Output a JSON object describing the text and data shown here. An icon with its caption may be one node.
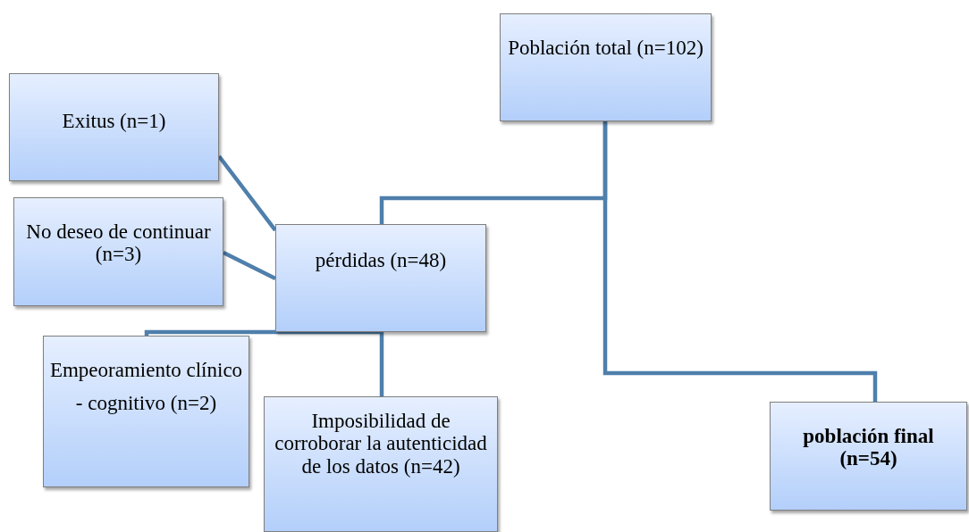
{
  "diagram": {
    "nodes": [
      {
        "text": [
          "Población total (n=102)"
        ]
      },
      {
        "text": [
          "Exitus (n=1)"
        ]
      },
      {
        "text": [
          "No deseo de continuar (n=3)"
        ]
      },
      {
        "text": [
          "pérdidas (n=48)"
        ]
      },
      {
        "text": [
          "Empeoramiento clínico - cognitivo (n=2)"
        ]
      },
      {
        "text": [
          "Imposibilidad de corroborar la autenticidad de los datos (n=42)"
        ]
      },
      {
        "text": [
          "población final (n=54)"
        ]
      }
    ],
    "edges": [
      {
        "from": 0,
        "to": 3,
        "arrow": "none"
      },
      {
        "from": 0,
        "to": 6,
        "arrow": "none"
      },
      {
        "from": 3,
        "to": 1,
        "arrow": "none"
      },
      {
        "from": 3,
        "to": 2,
        "arrow": "none"
      },
      {
        "from": 3,
        "to": 4,
        "arrow": "none"
      },
      {
        "from": 3,
        "to": 5,
        "arrow": "none"
      }
    ]
  }
}
